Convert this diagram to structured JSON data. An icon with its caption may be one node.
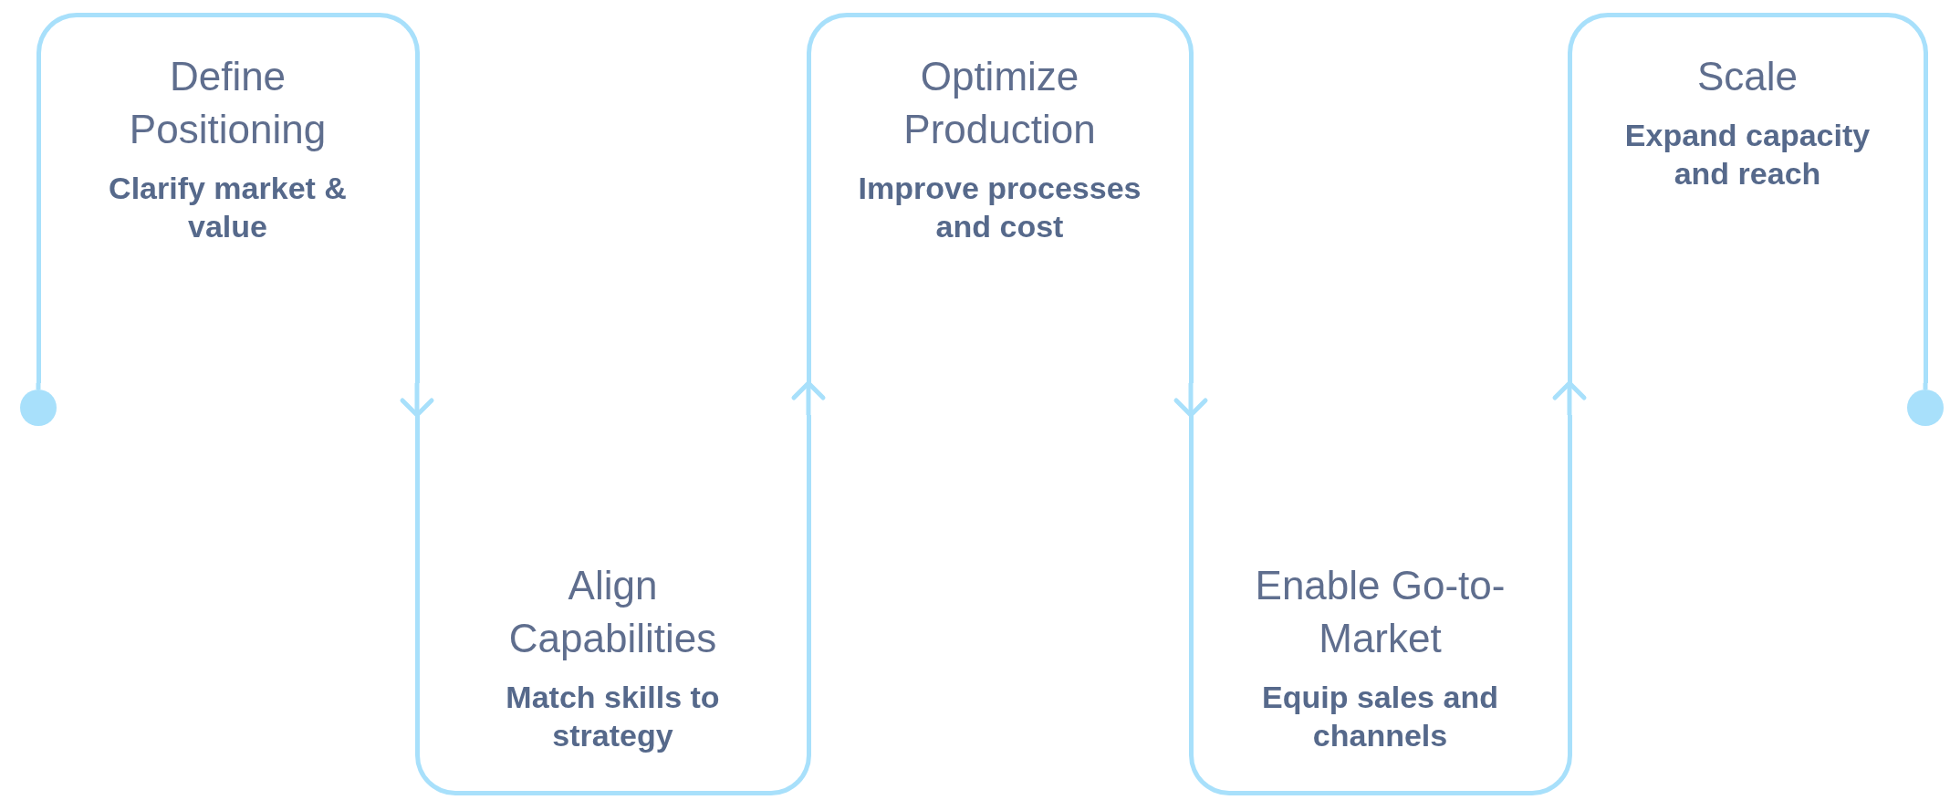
{
  "diagram": {
    "nodes": [
      {
        "text": [],
        "shape": "circle"
      },
      {
        "text": [
          "Define Positioning",
          "Clarify market & value"
        ]
      },
      {
        "text": [
          "Align Capabilities",
          "Match skills to strategy"
        ]
      },
      {
        "text": [
          "Optimize Production",
          "Improve processes and cost"
        ]
      },
      {
        "text": [
          "Enable Go-to-Market",
          "Equip sales and channels"
        ]
      },
      {
        "text": [
          "Scale",
          "Expand capacity and reach"
        ]
      },
      {
        "text": [],
        "shape": "circle"
      }
    ],
    "edges": [
      {
        "from": 0,
        "to": 1,
        "arrow": "none"
      },
      {
        "from": 1,
        "to": 2,
        "arrow": "to"
      },
      {
        "from": 2,
        "to": 3,
        "arrow": "to"
      },
      {
        "from": 3,
        "to": 4,
        "arrow": "to"
      },
      {
        "from": 4,
        "to": 5,
        "arrow": "to"
      },
      {
        "from": 5,
        "to": 6,
        "arrow": "none"
      }
    ]
  }
}
